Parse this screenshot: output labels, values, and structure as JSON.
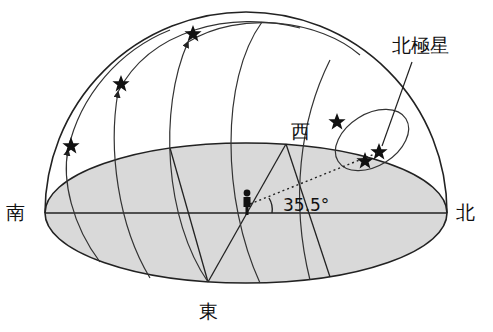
{
  "diagram": {
    "labels": [
      "北極星",
      "西",
      "南",
      "北",
      "東",
      "35.5°"
    ]
  }
}
